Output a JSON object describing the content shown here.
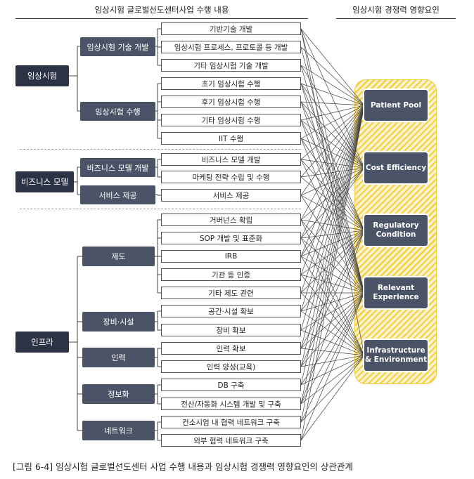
{
  "header": {
    "left_title": "임상시험 글로벌선도센터사업 수행 내용",
    "right_title": "임상시험 경쟁력 영향요인"
  },
  "groups": [
    {
      "id": "g1",
      "label": "임상시험"
    },
    {
      "id": "g2",
      "label": "비즈니스 모델"
    },
    {
      "id": "g3",
      "label": "인프라"
    }
  ],
  "categories": [
    {
      "id": "c1",
      "label": "임상시험 기술 개발"
    },
    {
      "id": "c2",
      "label": "임상시험 수행"
    },
    {
      "id": "c3",
      "label": "비즈니스 모델 개발"
    },
    {
      "id": "c4",
      "label": "서비스 제공"
    },
    {
      "id": "c5",
      "label": "제도"
    },
    {
      "id": "c6",
      "label": "장비·시설"
    },
    {
      "id": "c7",
      "label": "인력"
    },
    {
      "id": "c8",
      "label": "정보화"
    },
    {
      "id": "c9",
      "label": "네트워크"
    }
  ],
  "items": [
    {
      "label": "기반기술 개발"
    },
    {
      "label": "임상시험 프로세스, 프로토콜 등 개발"
    },
    {
      "label": "기타 임상시험 기술 개발"
    },
    {
      "label": "초기 임상시험 수행"
    },
    {
      "label": "후기 임상시험 수행"
    },
    {
      "label": "기타 임상시험 수행"
    },
    {
      "label": "IIT 수행"
    },
    {
      "label": "비즈니스 모델 개발"
    },
    {
      "label": "마케팅 전략 수립 및 수행"
    },
    {
      "label": "서비스 제공"
    },
    {
      "label": "거버넌스 확립"
    },
    {
      "label": "SOP 개발 및 표준화"
    },
    {
      "label": "IRB"
    },
    {
      "label": "기관 등 인증"
    },
    {
      "label": "기타 제도 관련"
    },
    {
      "label": "공간·시설 확보"
    },
    {
      "label": "장비 확보"
    },
    {
      "label": "인력 확보"
    },
    {
      "label": "인력 양성(교육)"
    },
    {
      "label": "DB 구축"
    },
    {
      "label": "전산/자동화 시스템 개발 및 구축"
    },
    {
      "label": "컨소시엄 내 협력 네트워크 구축"
    },
    {
      "label": "외부 협력 네트워크 구축"
    }
  ],
  "factors": [
    {
      "label": "Patient Pool"
    },
    {
      "label": "Cost Efficiency"
    },
    {
      "label": "Regulatory Condition"
    },
    {
      "label": "Relevant Experience"
    },
    {
      "label": "Infrastructure & Environment"
    }
  ],
  "links": [
    [
      0,
      1,
      3,
      4
    ],
    [
      0,
      3
    ],
    [
      0,
      1,
      3
    ],
    [
      0,
      1,
      2,
      3
    ],
    [
      0,
      1,
      2,
      3
    ],
    [
      0,
      1,
      2,
      3
    ],
    [
      0,
      1,
      2,
      3
    ],
    [
      0,
      1,
      2,
      3
    ],
    [
      0,
      1,
      2
    ],
    [
      0,
      1,
      2,
      3
    ],
    [
      0,
      1,
      2,
      3,
      4
    ],
    [
      0,
      1,
      2,
      3,
      4
    ],
    [
      0,
      1,
      2,
      3,
      4
    ],
    [
      0,
      2,
      3,
      4
    ],
    [
      0,
      2,
      3,
      4
    ],
    [
      0,
      2,
      3,
      4
    ],
    [
      0,
      3,
      4
    ],
    [
      0,
      2,
      3,
      4
    ],
    [
      0,
      2,
      3,
      4
    ],
    [
      0,
      3,
      4
    ],
    [
      0,
      2,
      3,
      4
    ],
    [
      0,
      3,
      4
    ],
    [
      0,
      3,
      4
    ]
  ],
  "caption": "[그림 6-4] 임상시험 글로벌선도센터 사업 수행 내용과 임상시험 경쟁력 영향요인의 상관관계"
}
